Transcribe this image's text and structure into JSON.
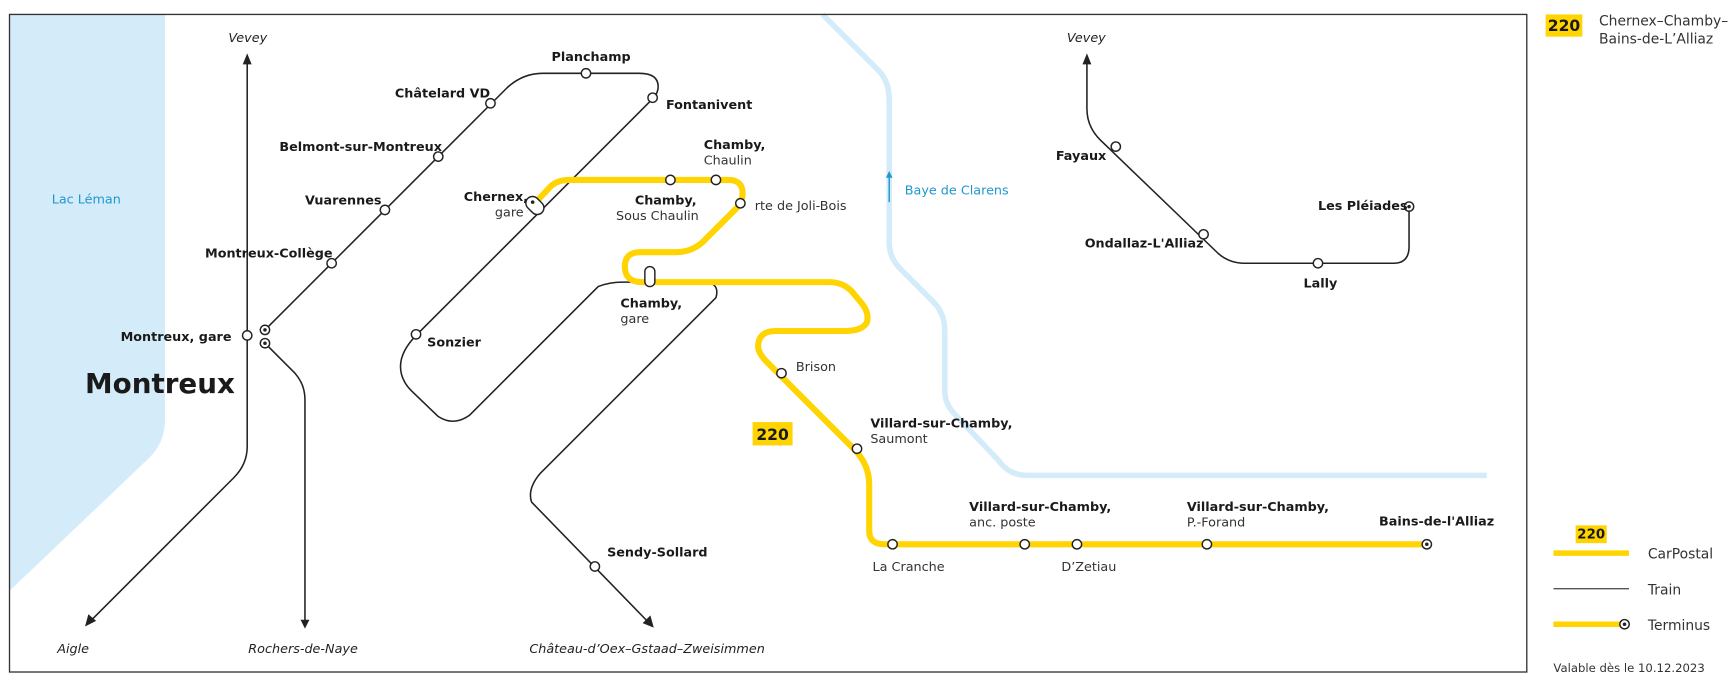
{
  "route": {
    "number": "220",
    "name_line1": "Chernex–Chamby–",
    "name_line2": "Bains-de-L’Alliaz"
  },
  "colors": {
    "carpostal": "#ffd400",
    "train": "#222222",
    "water": "#d4ebfa",
    "water_label": "#1f97cf"
  },
  "map": {
    "city": "Montreux",
    "lake": "Lac Léman",
    "river": "Baye de Clarens",
    "route_badge": "220",
    "destinations": {
      "vevey_left": "Vevey",
      "vevey_right": "Vevey",
      "aigle": "Aigle",
      "rochers": "Rochers-de-Naye",
      "chateau": "Château-d’Oex–Gstaad–Zweisimmen"
    },
    "train_stations": {
      "montreux_gare": "Montreux, gare",
      "montreux_college": "Montreux-Collège",
      "vuarennes": "Vuarennes",
      "belmont": "Belmont-sur-Montreux",
      "chatelard": "Châtelard VD",
      "planchamp": "Planchamp",
      "fontanivent": "Fontanivent",
      "sonzier": "Sonzier",
      "sendy": "Sendy-Sollard",
      "fayaux": "Fayaux",
      "ondallaz": "Ondallaz-L'Alliaz",
      "lally": "Lally",
      "pleiades": "Les Pléiades"
    },
    "bus_stops": {
      "chernex_main": "Chernex,",
      "chernex_sub": "gare",
      "sous_chaulin_main": "Chamby,",
      "sous_chaulin_sub": "Sous Chaulin",
      "chaulin_main": "Chamby,",
      "chaulin_sub": "Chaulin",
      "joli_bois": "rte de Joli-Bois",
      "chamby_gare_main": "Chamby,",
      "chamby_gare_sub": "gare",
      "brison": "Brison",
      "saumont_main": "Villard-sur-Chamby,",
      "saumont_sub": "Saumont",
      "la_cranche": "La Cranche",
      "anc_poste_main": "Villard-sur-Chamby,",
      "anc_poste_sub": "anc. poste",
      "dzetiau": "D’Zetiau",
      "pforand_main": "Villard-sur-Chamby,",
      "pforand_sub": "P.-Forand",
      "bains": "Bains-de-l'Alliaz"
    }
  },
  "legend": {
    "badge": "220",
    "carpostal": "CarPostal",
    "train": "Train",
    "terminus": "Terminus",
    "validity": "Valable dès le 10.12.2023"
  }
}
